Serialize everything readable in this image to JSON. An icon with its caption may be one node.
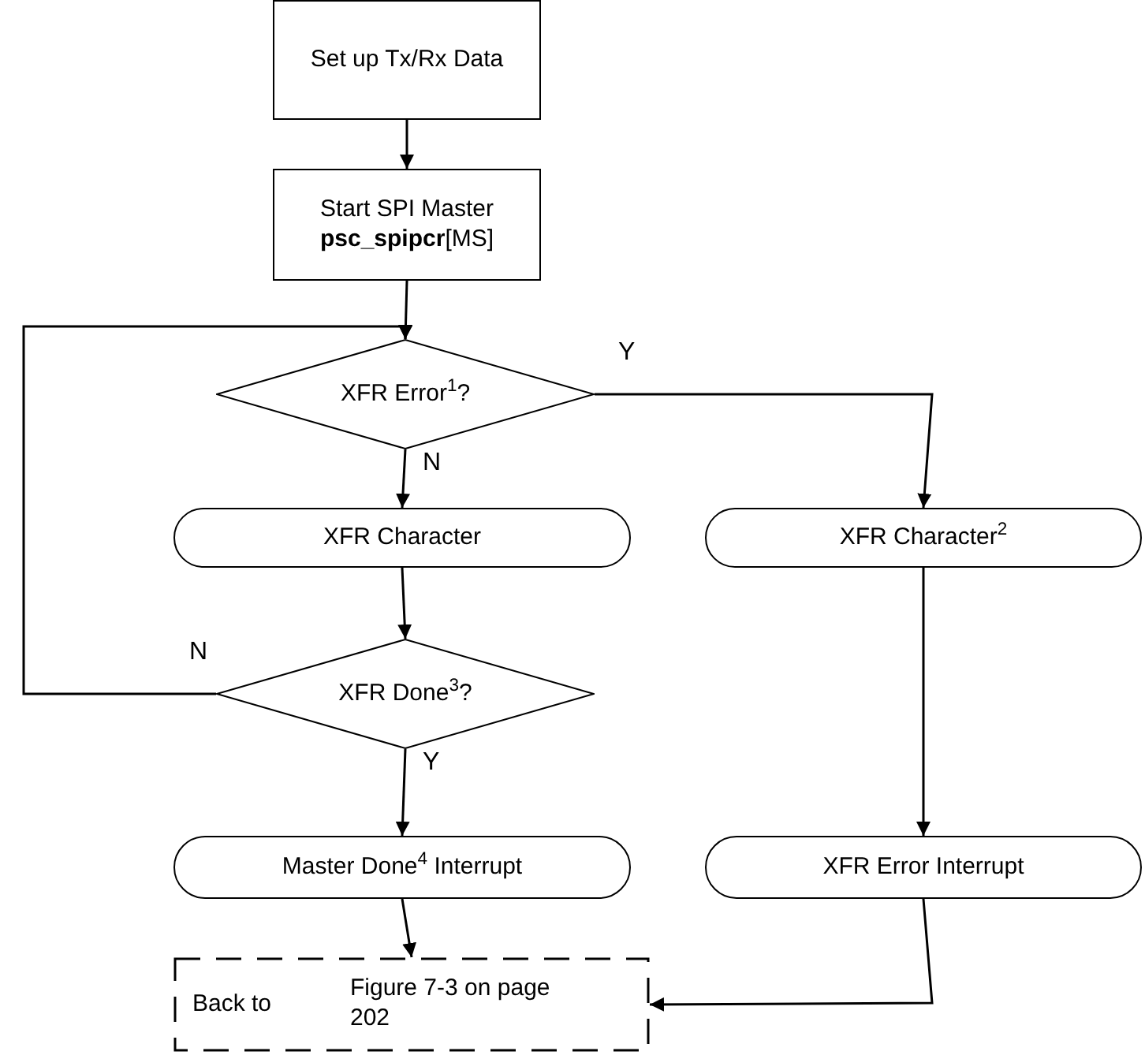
{
  "diagram": {
    "nodes": [
      {
        "text": [
          "Set up Tx/Rx Data"
        ]
      },
      {
        "text": [
          "Start SPI Master",
          "**psc_spipcr**[MS]"
        ]
      },
      {
        "text": [
          "XFR Error$^{1}$?"
        ]
      },
      {
        "text": [
          "XFR Character"
        ]
      },
      {
        "text": [
          "XFR Character$^{2}$"
        ]
      },
      {
        "text": [
          "XFR Done$^{3}$?"
        ]
      },
      {
        "text": [
          "Master Done$^{4}$ Interrupt"
        ]
      },
      {
        "text": [
          "XFR Error Interrupt"
        ]
      },
      {
        "text": [
          "Back to",
          "Figure 7-3 on page 202"
        ]
      }
    ],
    "edges": [
      {
        "from": 0,
        "to": 1,
        "arrow": "to"
      },
      {
        "from": 1,
        "to": 2,
        "arrow": "to"
      },
      {
        "from": 2,
        "to": 3,
        "arrow": "to",
        "label": "N"
      },
      {
        "from": 2,
        "to": 4,
        "arrow": "to",
        "label": "Y"
      },
      {
        "from": 3,
        "to": 5,
        "arrow": "to"
      },
      {
        "from": 5,
        "to": 2,
        "arrow": "to",
        "label": "N"
      },
      {
        "from": 5,
        "to": 6,
        "arrow": "to",
        "label": "Y"
      },
      {
        "from": 4,
        "to": 7,
        "arrow": "to"
      },
      {
        "from": 6,
        "to": 8,
        "arrow": "to"
      },
      {
        "from": 7,
        "to": 8,
        "arrow": "to"
      }
    ]
  }
}
